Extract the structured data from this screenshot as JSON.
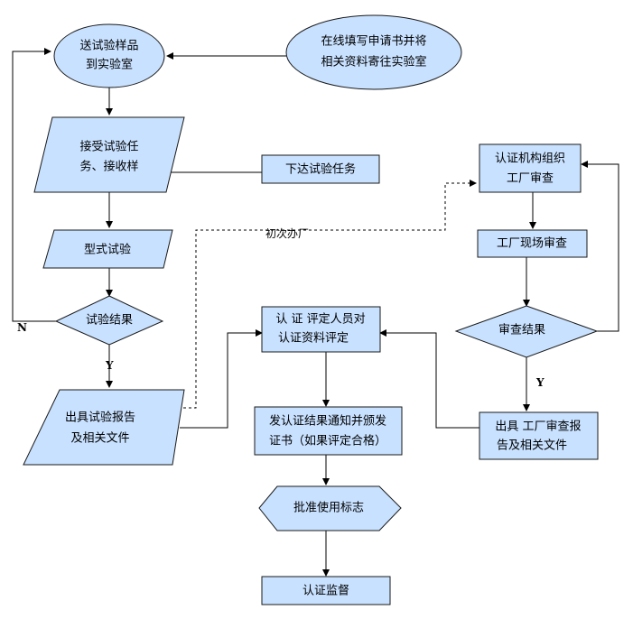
{
  "nodes": {
    "send_samples": [
      "送试验样品",
      "到实验室"
    ],
    "online_apply": [
      "在线填写申请书并将",
      "相关资料寄往实验室"
    ],
    "accept_task": [
      "接受试验任",
      "务、接收样"
    ],
    "issue_task": "下达试验任务",
    "type_test": "型式试验",
    "test_result": "试验结果",
    "test_report": [
      "出具试验报告",
      "及相关文件"
    ],
    "cert_factory_audit": [
      "认证机构组织",
      "工厂审查"
    ],
    "factory_onsite": "工厂现场审查",
    "audit_result": "审查结果",
    "factory_report": [
      "出具 工厂审查报",
      "告及相关文件"
    ],
    "evaluators": [
      "认 证 评定人员对",
      "认证资料评定"
    ],
    "issue_cert": [
      "发认证结果通知并颁发",
      "证书（如果评定合格）"
    ],
    "approve_mark": "批准使用标志",
    "supervision": "认证监督"
  },
  "edge_labels": {
    "first_factory": "初次办厂",
    "n": "N",
    "y_test": "Y",
    "y_audit": "Y"
  }
}
